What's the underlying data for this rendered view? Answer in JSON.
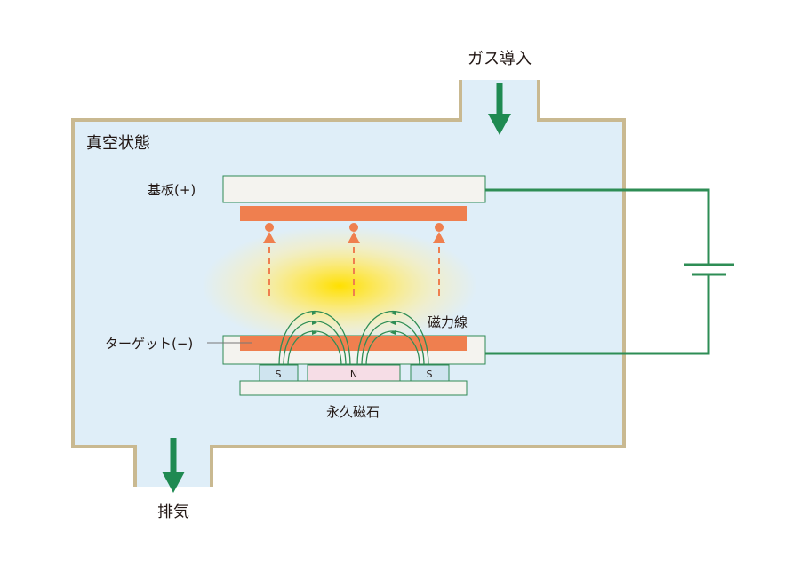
{
  "labels": {
    "gas_inlet": "ガス導入",
    "vacuum": "真空状態",
    "substrate": "基板(+)",
    "target": "ターゲット(−)",
    "field_lines": "磁力線",
    "magnet": "永久磁石",
    "exhaust": "排気"
  },
  "magnet_poles": [
    "S",
    "N",
    "S"
  ],
  "colors": {
    "chamber_fill": "#dfeef8",
    "chamber_wall": "#c9b991",
    "plate_fill": "#f4f3ef",
    "plate_stroke": "#2f8a55",
    "target_orange": "#ef7f4f",
    "circuit_green": "#2e8d55",
    "arrow_green": "#1f8a52",
    "pole_s_fill": "#cfe4ef",
    "pole_n_fill": "#f6dde6",
    "plasma_core": "#ffe000"
  }
}
